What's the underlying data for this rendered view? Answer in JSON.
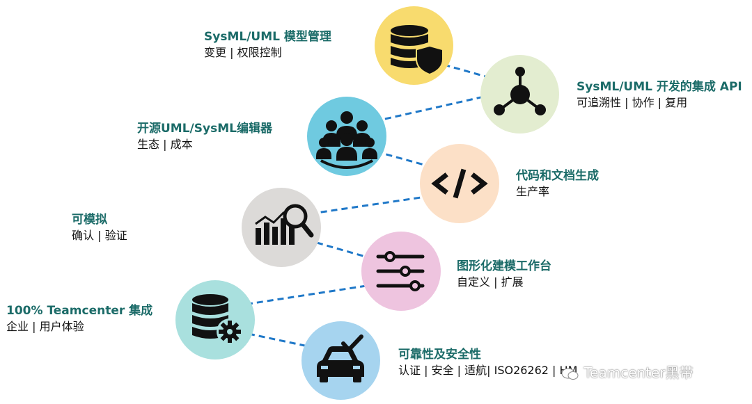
{
  "colors": {
    "title_text": "#1b6b68",
    "connector": "#1f78c8",
    "node_yellow": "#f8db6e",
    "node_green": "#e3edd0",
    "node_blue": "#6fcae0",
    "node_peach": "#fce0c7",
    "node_gray": "#dcdad8",
    "node_pink": "#eec4df",
    "node_teal": "#a9e0de",
    "node_lightblue": "#a6d4ef"
  },
  "features": [
    {
      "id": "model-mgmt",
      "title": "SysML/UML 模型管理",
      "subtitle": "变更 | 权限控制",
      "icon": "database-shield-icon"
    },
    {
      "id": "api",
      "title": "SysML/UML 开发的集成 API",
      "subtitle": "可追溯性 | 协作 | 复用",
      "icon": "network-hub-icon"
    },
    {
      "id": "editor",
      "title": "开源UML/SysML编辑器",
      "subtitle": "生态 | 成本",
      "icon": "community-group-icon"
    },
    {
      "id": "codegen",
      "title": "代码和文档生成",
      "subtitle": "生产率",
      "icon": "code-brackets-icon"
    },
    {
      "id": "simulation",
      "title": "可模拟",
      "subtitle": "确认 | 验证",
      "icon": "chart-magnifier-icon"
    },
    {
      "id": "workbench",
      "title": "图形化建模工作台",
      "subtitle": "自定义 | 扩展",
      "icon": "sliders-icon"
    },
    {
      "id": "teamcenter",
      "title": "100% Teamcenter 集成",
      "subtitle": "企业 | 用户体验",
      "icon": "database-gear-icon"
    },
    {
      "id": "safety",
      "title": "可靠性及安全性",
      "subtitle": "认证 | 安全 | 适航| ISO26262 | HM",
      "icon": "car-check-icon"
    }
  ],
  "watermark": "Teamcenter黑带"
}
